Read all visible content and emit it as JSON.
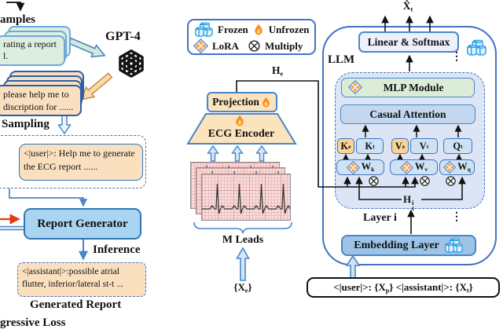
{
  "legend": {
    "frozen": "Frozen",
    "unfrozen": "Unfrozen",
    "lora": "LoRA",
    "multiply": "Multiply"
  },
  "left": {
    "examples_fragment": "amples",
    "green_note": {
      "line1": "rating a report",
      "line2": "l."
    },
    "gpt4": "GPT-4",
    "orange_note": {
      "line1": "please help me to",
      "line2": "discription for ......"
    },
    "sampling": "Sampling",
    "user_box": {
      "line1": "<|user|>: Help me to generate",
      "line2": "the ECG report ......"
    },
    "report_generator": "Report Generator",
    "inference": "Inference",
    "assistant_box": {
      "line1": "<|assistant|>:possible atrial",
      "line2": "flutter, inferior/lateral st-t ..."
    },
    "generated_report": "Generated Report",
    "loss_fragment": "gressive Loss"
  },
  "encoder": {
    "projection": "Projection",
    "ecg_encoder": "ECG Encoder",
    "m_leads": "M Leads",
    "xe": {
      "pre": "{X",
      "sub": "e",
      "post": "}"
    }
  },
  "llm": {
    "label": "LLM",
    "he": {
      "base": "H",
      "sub": "e"
    },
    "xhat": {
      "base": "X̂",
      "sub": "t"
    },
    "linear_softmax": "Linear & Softmax",
    "mlp_module": "MLP Module",
    "casual_attention": "Casual Attention",
    "kvq": [
      {
        "base": "K",
        "sub": "e"
      },
      {
        "base": "K",
        "sub": "t"
      },
      {
        "base": "V",
        "sub": "e"
      },
      {
        "base": "V",
        "sub": "t"
      },
      {
        "base": "Q",
        "sub": "t"
      }
    ],
    "weights": [
      {
        "base": "W",
        "sub": "k"
      },
      {
        "base": "W",
        "sub": "v"
      },
      {
        "base": "W",
        "sub": "q"
      }
    ],
    "hti": {
      "base": "H",
      "sup": "i",
      "sub": "t"
    },
    "layer": "Layer i",
    "embedding": "Embedding Layer",
    "dots": "⋮"
  },
  "prompt": {
    "segments": [
      "<|user|>: {X",
      "p",
      "} <|assistant|>: {X",
      "t",
      "}"
    ]
  },
  "colors": {
    "accent_blue": "#4472c4",
    "panel_blue": "#cfe2f3",
    "frozen_blue": "#1d9be6",
    "flame_orange": "#ff8c1a",
    "lora_orange": "#f6a14b",
    "note_orange": "#fbe0c0",
    "note_green": "#dcefdf",
    "ecg_pink": "#f8dede"
  }
}
